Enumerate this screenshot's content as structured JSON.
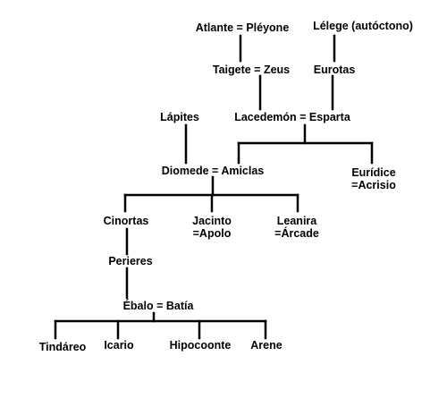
{
  "tree": {
    "atlante_pleyone": "Atlante = Pléyone",
    "lelege": "Lélege (autóctono)",
    "taigete_zeus": "Taigete = Zeus",
    "eurotas": "Eurotas",
    "lapites": "Lápites",
    "lacedemon_esparta": "Lacedemón = Esparta",
    "diomede_amiclas": "Diomede = Amiclas",
    "euridice_line1": "Eurídice",
    "euridice_line2": "=Acrisio",
    "cinortas": "Cinortas",
    "jacinto_line1": "Jacinto",
    "jacinto_line2": "=Apolo",
    "leanira_line1": "Leanira",
    "leanira_line2": "=Árcade",
    "perieres": "Perieres",
    "ebalo_batia": "Ébalo = Batía",
    "tindareo": "Tindáreo",
    "icario": "Icario",
    "hipocoonte": "Hipocoonte",
    "arene": "Arene"
  }
}
